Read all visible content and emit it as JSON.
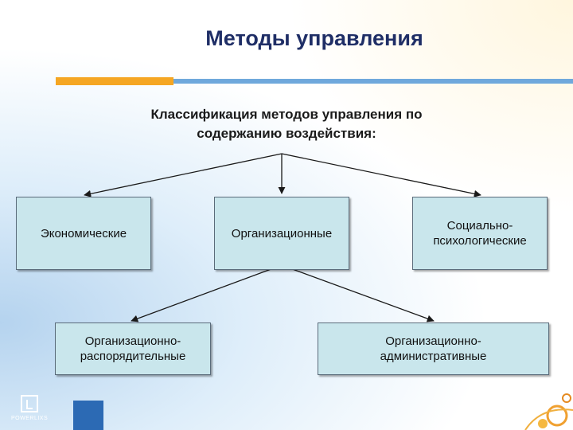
{
  "title": "Методы управления",
  "subtitle": "Классификация методов управления по содержанию воздействия:",
  "nodes": {
    "economic": "Экономические",
    "organizational": "Организационные",
    "socio_psychological": "Социально-психологические",
    "org_directive": "Организационно-распорядительные",
    "org_administrative": "Организационно-административные"
  },
  "footer": {
    "logo_text": "POWERLIXS"
  },
  "colors": {
    "title": "#1f2e66",
    "box_fill": "#c9e6ec",
    "box_border": "#5a6b7a",
    "accent_orange": "#f5a623",
    "accent_blue": "#6fa8dc"
  }
}
